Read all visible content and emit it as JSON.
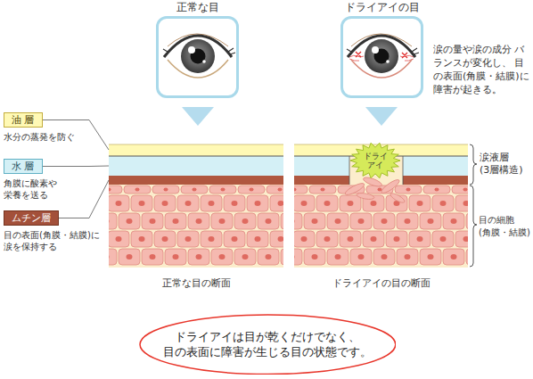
{
  "diagram": {
    "nodes": [
      {
        "text": [
          "正常な目"
        ]
      },
      {
        "text": [
          "ドライアイの目"
        ]
      },
      {
        "text": [
          "油 層",
          "水分の蒸発を防ぐ"
        ]
      },
      {
        "text": [
          "水 層",
          "角膜に酸素や 栄養を送る"
        ]
      },
      {
        "text": [
          "ムチン層",
          "目の表面(角膜・結膜)に 涙を保持する"
        ]
      },
      {
        "text": [
          "ドライ アイ"
        ]
      },
      {
        "text": [
          "ドライアイは目が乾くだけでなく、 目の表面に障害が生じる目の状態です。"
        ]
      }
    ],
    "labels": [
      "涙の量や涙の成分 バランスが変化し、 目の表面(角膜・結膜)に障害が起きる。",
      "涙液層 (3層構造)",
      "目の細胞 (角膜・結膜)",
      "正常な目の断面",
      "ドライアイの目の断面"
    ]
  }
}
